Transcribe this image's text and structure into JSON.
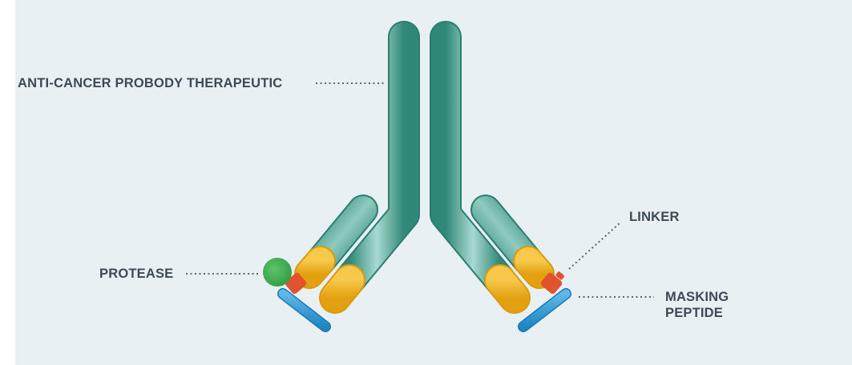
{
  "labels": {
    "antibody": "ANTI-CANCER PROBODY THERAPEUTIC",
    "protease": "PROTEASE",
    "linker": "LINKER",
    "masking_line1": "MASKING",
    "masking_line2": "PEPTIDE"
  },
  "colors": {
    "background": "#e8f0f3",
    "antibody_chain": "#3f9a8a",
    "constant_region": "#f2b21c",
    "linker": "#e0532e",
    "masking_peptide": "#2f9bd6",
    "protease": "#3fae4f",
    "label_text": "#3d4a55",
    "leader_line": "#5a6570"
  }
}
